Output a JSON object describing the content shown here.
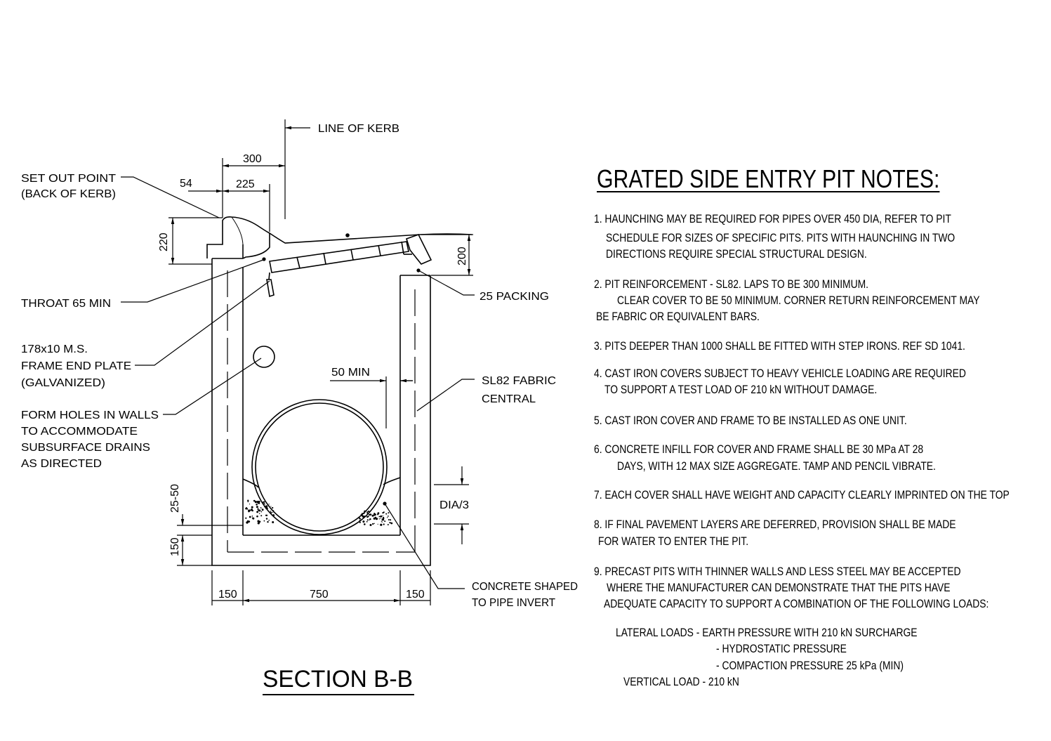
{
  "section_title": "SECTION B-B",
  "labels": {
    "line_of_kerb": "LINE OF KERB",
    "set_out_point": "SET OUT POINT",
    "back_of_kerb": "(BACK OF KERB)",
    "throat": "THROAT 65 MIN",
    "frame_end_plate_1": "178x10 M.S.",
    "frame_end_plate_2": "FRAME END PLATE",
    "frame_end_plate_3": "(GALVANIZED)",
    "form_holes_1": "FORM HOLES IN WALLS",
    "form_holes_2": "TO ACCOMMODATE",
    "form_holes_3": "SUBSURFACE DRAINS",
    "form_holes_4": "AS DIRECTED",
    "packing": "25 PACKING",
    "fabric_1": "SL82 FABRIC",
    "fabric_2": "CENTRAL",
    "min_50": "50 MIN",
    "dia_3": "DIA/3",
    "concrete_1": "CONCRETE SHAPED",
    "concrete_2": "TO PIPE INVERT"
  },
  "dimensions": {
    "d300": "300",
    "d54": "54",
    "d225": "225",
    "d220": "220",
    "d200": "200",
    "d25_50": "25-50",
    "d150_v": "150",
    "d150_left": "150",
    "d750": "750",
    "d150_right": "150"
  },
  "notes": {
    "title": "GRATED SIDE ENTRY PIT NOTES:",
    "lines": [
      "1. HAUNCHING MAY BE REQUIRED FOR PIPES OVER 450 DIA, REFER TO PIT",
      "SCHEDULE FOR SIZES OF SPECIFIC PITS. PITS WITH HAUNCHING IN TWO",
      "DIRECTIONS REQUIRE SPECIAL STRUCTURAL DESIGN.",
      "2. PIT REINFORCEMENT - SL82. LAPS TO BE 300 MINIMUM.",
      "CLEAR COVER TO BE 50 MINIMUM. CORNER RETURN REINFORCEMENT MAY",
      "BE FABRIC OR EQUIVALENT BARS.",
      "3. PITS DEEPER THAN 1000 SHALL BE FITTED WITH STEP IRONS. REF SD 1041.",
      "4. CAST IRON COVERS SUBJECT TO HEAVY VEHICLE LOADING ARE REQUIRED",
      "TO SUPPORT A TEST LOAD OF 210 kN WITHOUT DAMAGE.",
      "5. CAST IRON COVER AND FRAME TO BE INSTALLED AS ONE UNIT.",
      "6. CONCRETE INFILL FOR COVER AND FRAME SHALL BE 30 MPa AT 28",
      "DAYS, WITH 12 MAX SIZE AGGREGATE. TAMP AND PENCIL VIBRATE.",
      "7. EACH COVER SHALL HAVE WEIGHT AND CAPACITY CLEARLY IMPRINTED ON THE TOP",
      "8. IF FINAL PAVEMENT LAYERS ARE DEFERRED, PROVISION SHALL BE MADE",
      "FOR WATER TO ENTER THE PIT.",
      "9. PRECAST PITS WITH THINNER WALLS AND LESS STEEL MAY BE ACCEPTED",
      "WHERE THE MANUFACTURER CAN DEMONSTRATE THAT THE PITS HAVE",
      "ADEQUATE CAPACITY TO SUPPORT A COMBINATION OF THE FOLLOWING LOADS:",
      "LATERAL LOADS - EARTH PRESSURE WITH 210 kN SURCHARGE",
      "- HYDROSTATIC PRESSURE",
      "- COMPACTION PRESSURE 25 kPa (MIN)",
      "VERTICAL LOAD - 210 kN"
    ]
  }
}
